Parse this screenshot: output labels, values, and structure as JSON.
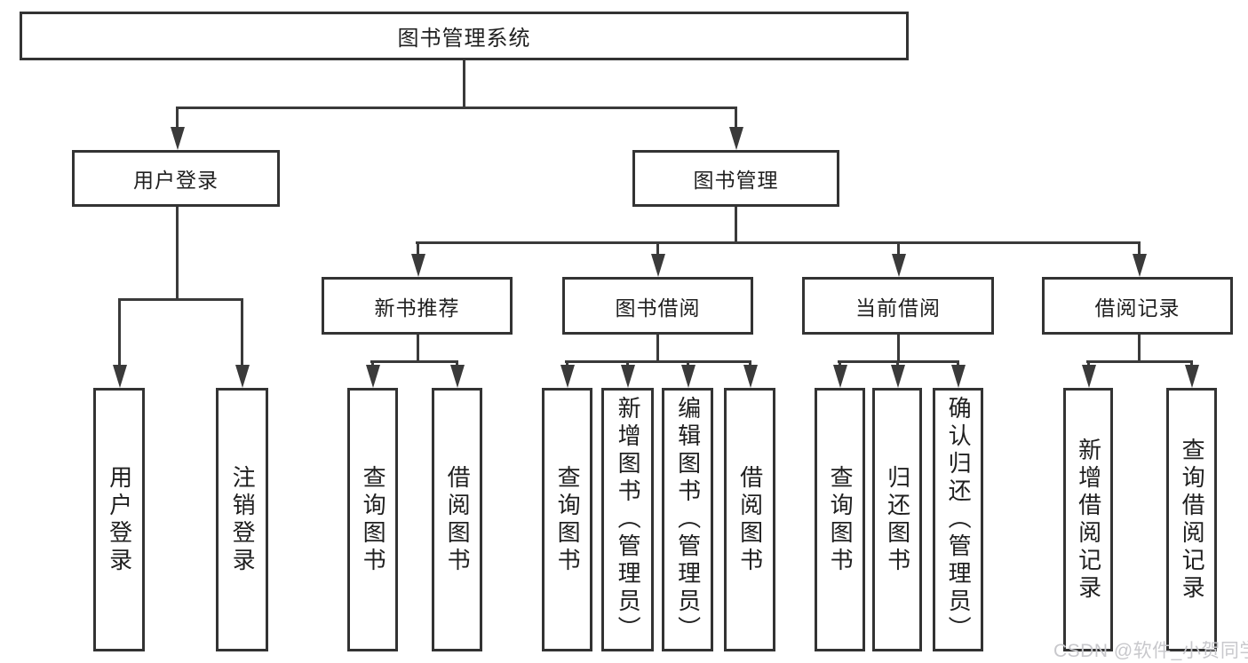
{
  "diagram_title": "图书管理系统",
  "tree": {
    "root": {
      "label": "图书管理系统"
    },
    "branches": [
      {
        "label": "用户登录",
        "leaves": [
          {
            "label": "用户登录"
          },
          {
            "label": "注销登录"
          }
        ]
      },
      {
        "label": "图书管理",
        "groups": [
          {
            "label": "新书推荐",
            "leaves": [
              {
                "label": "查询图书"
              },
              {
                "label": "借阅图书"
              }
            ]
          },
          {
            "label": "图书借阅",
            "leaves": [
              {
                "label": "查询图书"
              },
              {
                "label": "新增图书（管理员）"
              },
              {
                "label": "编辑图书（管理员）"
              },
              {
                "label": "借阅图书"
              }
            ]
          },
          {
            "label": "当前借阅",
            "leaves": [
              {
                "label": "查询图书"
              },
              {
                "label": "归还图书"
              },
              {
                "label": "确认归还（管理员）"
              }
            ]
          },
          {
            "label": "借阅记录",
            "leaves": [
              {
                "label": "新增借阅记录"
              },
              {
                "label": "查询借阅记录"
              }
            ]
          }
        ]
      }
    ]
  },
  "watermark": {
    "text": "CSDN @软件_小贺同学"
  },
  "colors": {
    "line": "#3a3a3a",
    "box_border": "#333333",
    "text": "#1f1f1f",
    "watermark": "#c8c8cc",
    "background": "#ffffff"
  }
}
